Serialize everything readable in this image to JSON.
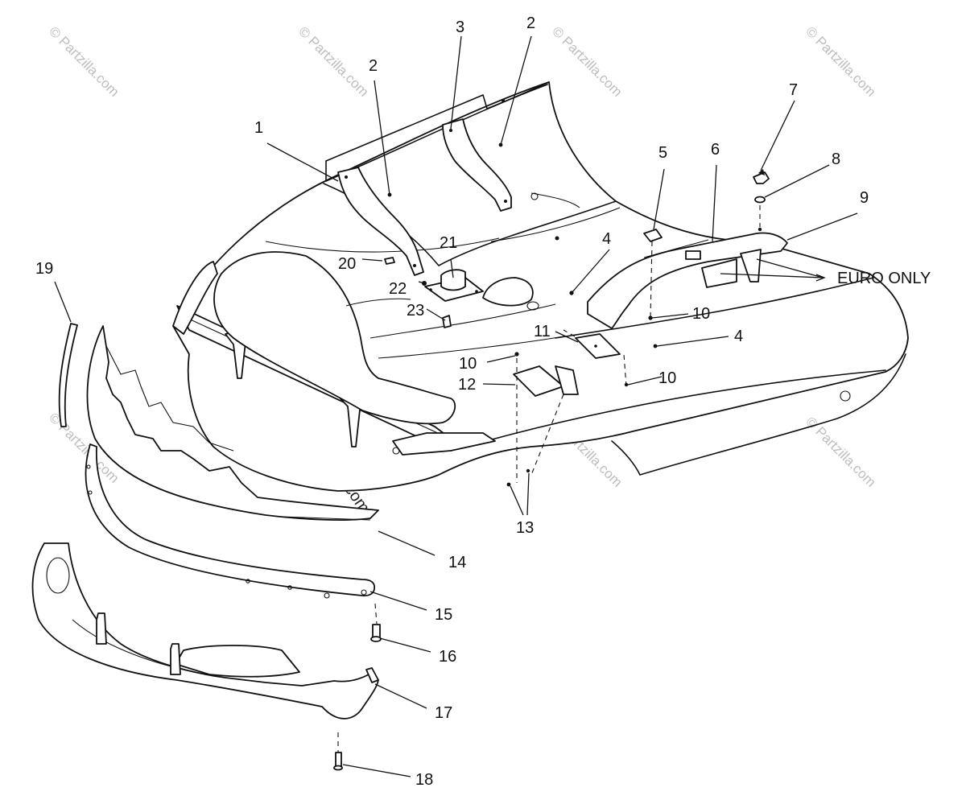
{
  "callouts": {
    "c1": "1",
    "c2a": "2",
    "c2b": "2",
    "c3": "3",
    "c4a": "4",
    "c4b": "4",
    "c5": "5",
    "c6": "6",
    "c7": "7",
    "c8": "8",
    "c9": "9",
    "c10a": "10",
    "c10b": "10",
    "c10c": "10",
    "c11": "11",
    "c12": "12",
    "c13": "13",
    "c14": "14",
    "c15": "15",
    "c16": "16",
    "c17": "17",
    "c18": "18",
    "c19": "19",
    "c20": "20",
    "c21": "21",
    "c22": "22",
    "c23": "23"
  },
  "note": "EURO ONLY",
  "watermark": "© Partzilla.com"
}
